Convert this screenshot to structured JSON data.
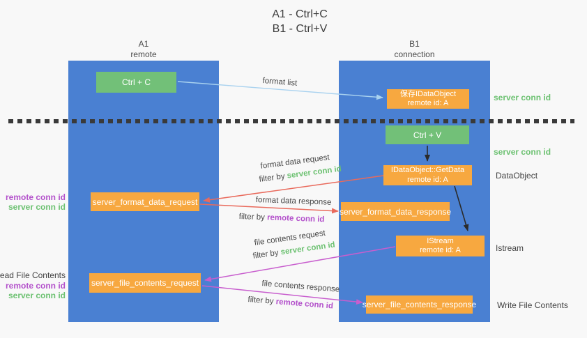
{
  "title": {
    "line1": "A1 - Ctrl+C",
    "line2": "B1 - Ctrl+V"
  },
  "lanes": {
    "left": {
      "name": "A1",
      "role": "remote"
    },
    "right": {
      "name": "B1",
      "role": "connection"
    }
  },
  "nodes": {
    "ctrl_c": {
      "label": "Ctrl + C"
    },
    "ctrl_v": {
      "label": "Ctrl + V"
    },
    "save_dataobject": {
      "line1": "保存IDataObject",
      "line2": "remote id: A"
    },
    "getdata": {
      "line1": "IDataObject::GetData",
      "line2": "remote id: A"
    },
    "istream": {
      "line1": "IStream",
      "line2": "remote id: A"
    },
    "server_format_data_request": {
      "label": "server_format_data_request"
    },
    "server_format_data_response": {
      "label": "server_format_data_response"
    },
    "server_file_contents_request": {
      "label": "server_file_contents_request"
    },
    "server_file_contents_response": {
      "label": "server_file_contents_response"
    }
  },
  "side_labels": {
    "server_conn_id_top": "server conn id",
    "server_conn_id_mid": "server conn id",
    "dataobject": "DataObject",
    "istream": "Istream",
    "write_file_contents": "Write File Contents",
    "read_file_contents": "Read File Contents",
    "pair1": {
      "remote": "remote conn id",
      "server": "server conn id"
    },
    "pair2": {
      "remote": "remote conn id",
      "server": "server conn id"
    }
  },
  "arrow_labels": {
    "format_list": "format list",
    "format_data_request": "format data request",
    "format_data_response": "format data response",
    "file_contents_request": "file contents request",
    "file_contents_response": "file contents response",
    "filter_by": "filter by",
    "server_conn_id": "server conn id",
    "remote_conn_id": "remote conn id"
  },
  "colors": {
    "lane_blue": "#4a80d2",
    "box_green": "#72c078",
    "box_orange": "#f7a840",
    "text_green": "#6cc171",
    "text_purple": "#b351cb",
    "arrow_red": "#e96a5c",
    "arrow_magenta": "#c85ece",
    "arrow_lightblue": "#a9d2ef",
    "arrow_black": "#2b2b2b"
  }
}
